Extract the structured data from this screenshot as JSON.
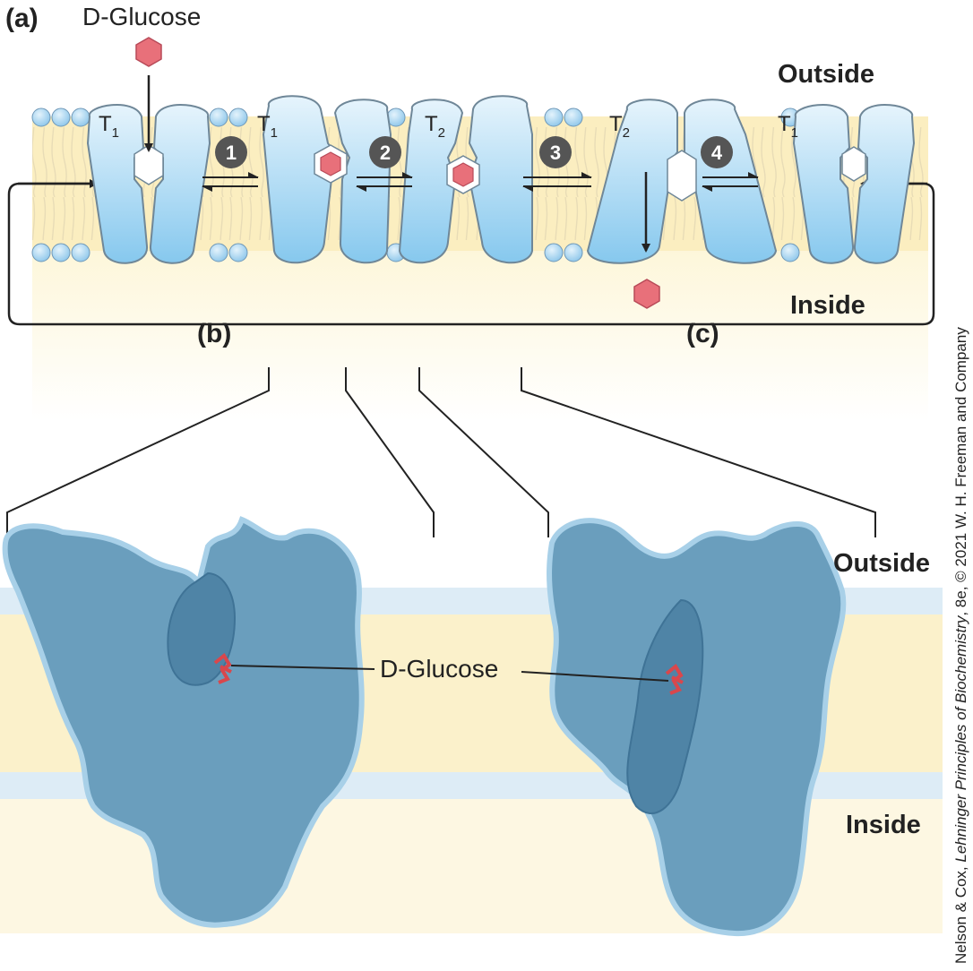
{
  "panels": {
    "a": "(a)",
    "b": "(b)",
    "c": "(c)"
  },
  "labels": {
    "glucose_top": "D-Glucose",
    "glucose_mid": "D-Glucose",
    "outside_top": "Outside",
    "inside_top": "Inside",
    "outside_bottom": "Outside",
    "inside_bottom": "Inside"
  },
  "transporters": [
    {
      "letter": "T",
      "sub": "1"
    },
    {
      "letter": "T",
      "sub": "1"
    },
    {
      "letter": "T",
      "sub": "2"
    },
    {
      "letter": "T",
      "sub": "2"
    },
    {
      "letter": "T",
      "sub": "1"
    }
  ],
  "steps": [
    "1",
    "2",
    "3",
    "4"
  ],
  "credit": {
    "prefix": "Nelson & Cox, ",
    "book": "Lehninger Principles of Biochemistry",
    "suffix": ", 8e, © 2021 W. H. Freeman and Company"
  },
  "colors": {
    "membrane": "#fbeec0",
    "head": "#a9d6f2",
    "transporter": "#9fd4f2",
    "glucose": "#e8707a",
    "protein": "#6a9ebd",
    "stepBadge": "#555555"
  }
}
